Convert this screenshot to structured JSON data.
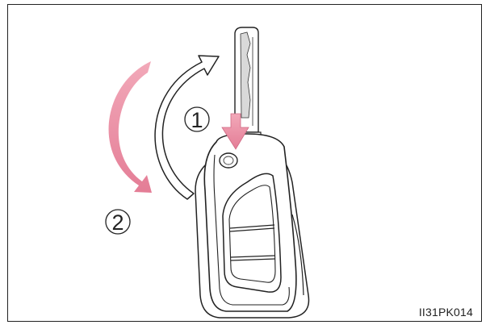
{
  "figure": {
    "code": "II31PK014",
    "steps": [
      "1",
      "2"
    ],
    "colors": {
      "line": "#222222",
      "accent_pink": "#e8899f",
      "accent_pink_light": "#f4b9c6",
      "background": "#ffffff"
    }
  }
}
